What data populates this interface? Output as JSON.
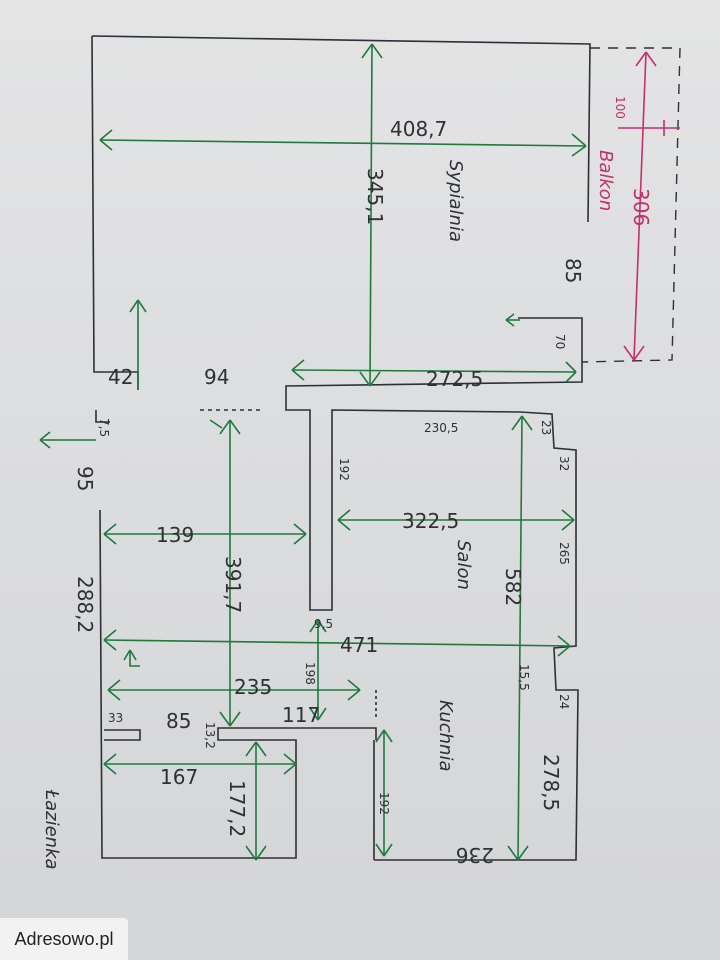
{
  "rooms": {
    "sypialnia": "Sypialnia",
    "salon": "Salon",
    "kuchnia": "Kuchnia",
    "lazienka": "Łazienka",
    "balkon": "Balkon"
  },
  "dimensions": {
    "d408_7": "408,7",
    "d345_1": "345,1",
    "d272_5": "272,5",
    "d85": "85",
    "d70": "70",
    "d42": "42",
    "d94": "94",
    "d7_5": "7,5",
    "d95": "95",
    "d230_5": "230,5",
    "d23": "23",
    "d32": "32",
    "d192_a": "192",
    "d322_5": "322,5",
    "d139": "139",
    "d391_7": "391,7",
    "d265": "265",
    "d582": "582",
    "d288_2": "288,2",
    "d9_5": "9,5",
    "d471": "471",
    "d198": "198",
    "d15_5": "15,5",
    "d24": "24",
    "d235": "235",
    "d33": "33",
    "d85b": "85",
    "d13_2": "13,2",
    "d117": "117",
    "d278_5": "278,5",
    "d167": "167",
    "d177_2": "177,2",
    "d192_b": "192",
    "d236": "236",
    "p306": "306",
    "p100": "100"
  },
  "watermark": "Adresowo.pl",
  "colors": {
    "ink": "#2f2f35",
    "green": "#1f7a3c",
    "pink": "#c4306a"
  }
}
